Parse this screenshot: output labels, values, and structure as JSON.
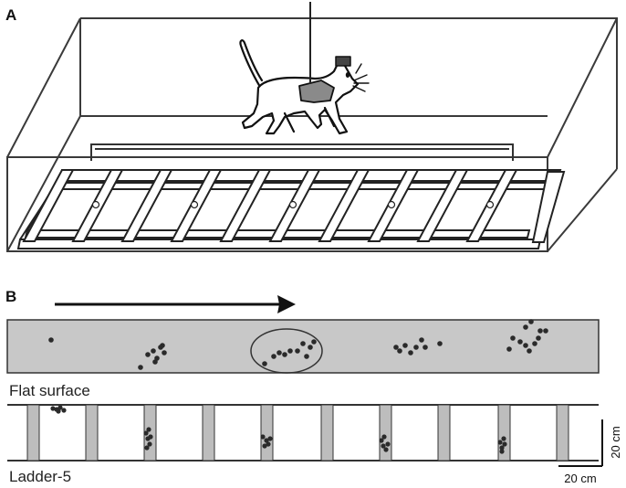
{
  "panels": {
    "a": {
      "label": "A"
    },
    "b": {
      "label": "B"
    }
  },
  "surfaces": {
    "flat": {
      "label": "Flat surface"
    },
    "ladder": {
      "label": "Ladder-5"
    }
  },
  "scalebar": {
    "vertical": "20 cm",
    "horizontal": "20 cm"
  },
  "colors": {
    "ink": "#1a1a1a",
    "surface_fill": "#c8c8c8",
    "rung_fill": "#bdbdbd",
    "dot": "#2a2a2a",
    "enclosure": "#3a3a3a"
  },
  "icons": {
    "direction": "right-arrow-icon",
    "animal": "cat-icon"
  }
}
